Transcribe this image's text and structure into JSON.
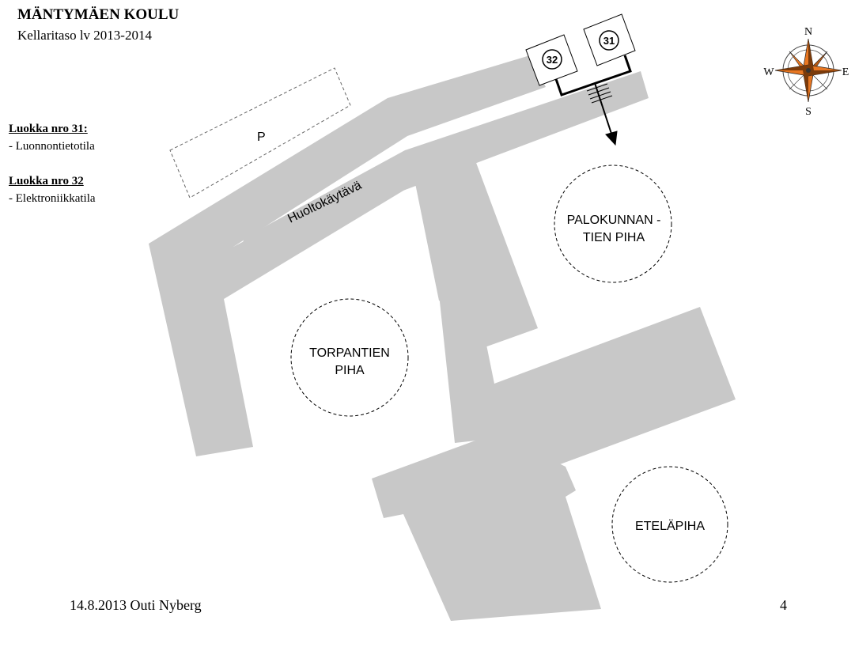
{
  "header": {
    "title": "MÄNTYMÄEN KOULU",
    "subtitle": "Kellaritaso lv 2013-2014"
  },
  "legend": {
    "items": [
      {
        "heading": "Luokka nro 31:",
        "detail": "- Luonnontietotila"
      },
      {
        "heading": "Luokka nro 32",
        "detail": "- Elektroniikkatila"
      }
    ]
  },
  "map": {
    "building_color": "#c8c8c8",
    "parking_label": "P",
    "corridor_label": "Huoltokäytävä",
    "yard_palokunnan_line1": "PALOKUNNAN -",
    "yard_palokunnan_line2": "TIEN PIHA",
    "yard_torpantien_line1": "TORPANTIEN",
    "yard_torpantien_line2": "PIHA",
    "yard_etela": "ETELÄPIHA",
    "room_31": "31",
    "room_32": "32",
    "compass": {
      "n": "N",
      "e": "E",
      "s": "S",
      "w": "W",
      "accent": "#e87722"
    }
  },
  "footer": {
    "author_date": "14.8.2013 Outi Nyberg",
    "page_number": "4"
  }
}
